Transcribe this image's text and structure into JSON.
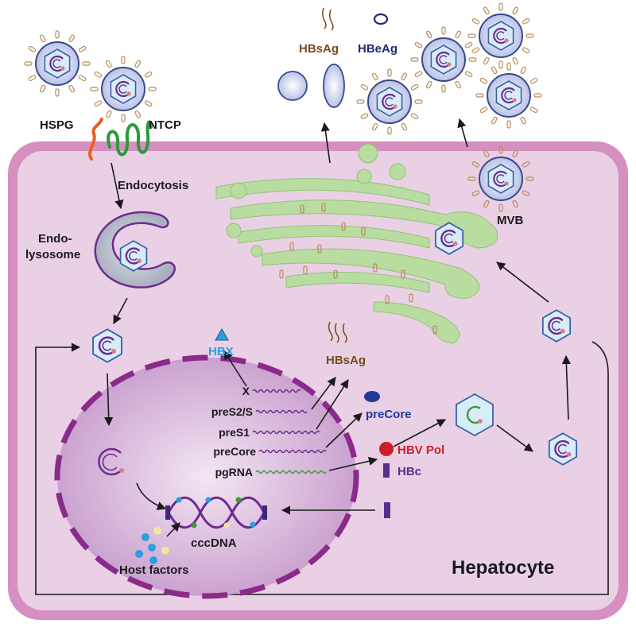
{
  "labels": {
    "hspg": "HSPG",
    "ntcp": "NTCP",
    "endocytosis": "Endocytosis",
    "endo_line1": "Endo-",
    "endo_line2": "lysosome",
    "hbx": "HBX",
    "hbsag_top": "HBsAg",
    "hbeag": "HBeAg",
    "hbsag_mid": "HBsAg",
    "mvb": "MVB",
    "precore_protein": "preCore",
    "hbv_pol": "HBV Pol",
    "hbc": "HBc",
    "cccdna": "cccDNA",
    "host_factors": "Host factors",
    "hepatocyte": "Hepatocyte"
  },
  "transcripts": [
    {
      "label": "X",
      "color": "#6b2c8f"
    },
    {
      "label": "preS2/S",
      "color": "#6b2c8f"
    },
    {
      "label": "preS1",
      "color": "#6b2c8f"
    },
    {
      "label": "preCore",
      "color": "#6b2c8f"
    },
    {
      "label": "pgRNA",
      "color": "#3a9a3a"
    }
  ],
  "colors": {
    "cell_fill": "#e6cbe0",
    "cell_border": "#d58fc0",
    "nucleus_fill": "#c9a0cf",
    "nucleus_border": "#8a2a8a",
    "er_fill": "#b9dca0",
    "capsid_fill": "#d8ecf8",
    "capsid_stroke": "#3a5fa8",
    "envelope": "#c7cde8",
    "dna": "#6b2c8f",
    "hbv_pol": "#cc1e2a",
    "hbc": "#5b2c8f",
    "hbx": "#2aa0e0",
    "hbsag": "#7a4a1e",
    "hbeag": "#1f2a7a",
    "precore": "#1f3a9a",
    "arrow": "#1a1a1a"
  }
}
